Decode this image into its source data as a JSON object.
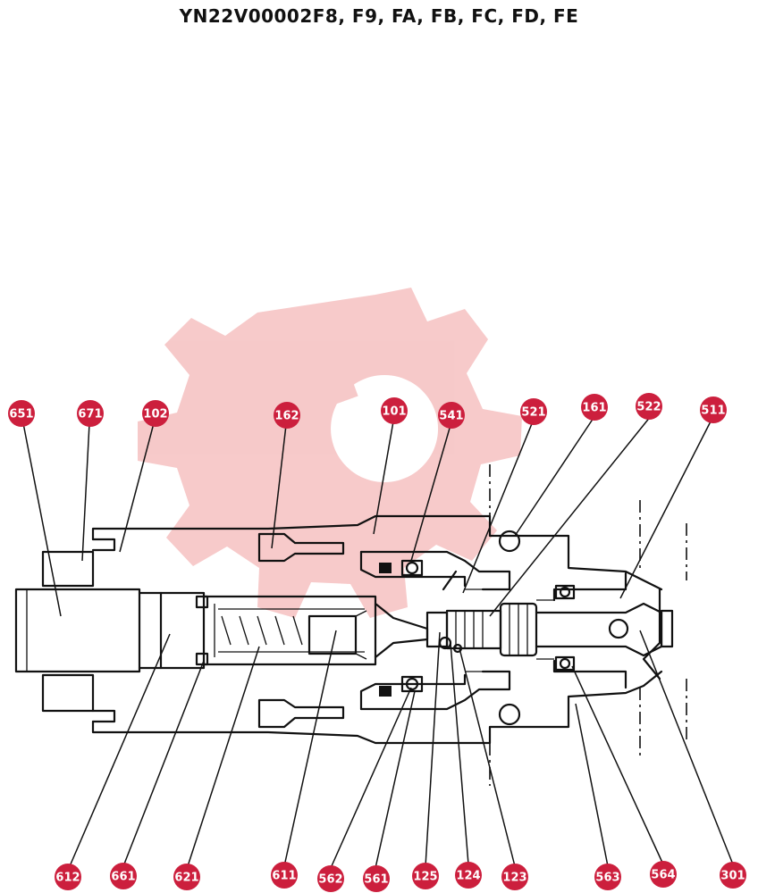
{
  "title": "YN22V00002F8, F9, FA, FB, FC, FD, FE",
  "part_labels": {
    "p651": "651",
    "p671": "671",
    "p102": "102",
    "p162": "162",
    "p101": "101",
    "p541": "541",
    "p521": "521",
    "p161": "161",
    "p522": "522",
    "p511": "511",
    "p612": "612",
    "p661": "661",
    "p621": "621",
    "p611": "611",
    "p562": "562",
    "p561": "561",
    "p125": "125",
    "p124": "124",
    "p123": "123",
    "p563": "563",
    "p564": "564",
    "p301": "301"
  },
  "colors": {
    "callout": "#cc1f3d",
    "watermark": "#f4b8b8",
    "line": "#111111"
  },
  "watermark_icon": "gear-watermark-icon"
}
